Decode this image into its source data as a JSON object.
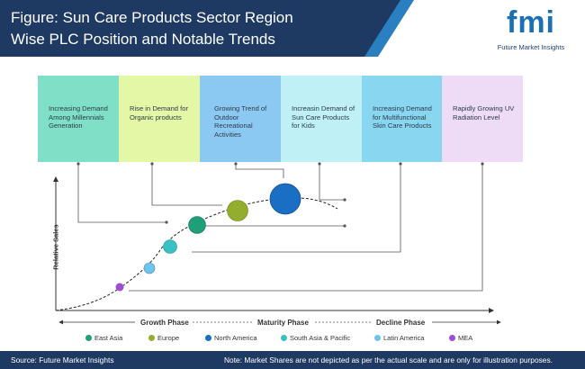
{
  "header": {
    "title_line1": "Figure: Sun Care Products Sector Region",
    "title_line2": "Wise PLC Position and Notable Trends",
    "logo_text": "fmi",
    "logo_subtext": "Future Market Insights",
    "band_color": "#1e3a63",
    "accent_color": "#2a7fc1"
  },
  "trends": [
    {
      "text": "Increasing Demand Among Millennials Generation",
      "color": "#7fe0c7"
    },
    {
      "text": "Rise in Demand for Organic products",
      "color": "#e4f7a6"
    },
    {
      "text": "Growing Trend of Outdoor Recreational Activities",
      "color": "#8cc9f2"
    },
    {
      "text": "Increasin Demand of Sun Care Products for Kids",
      "color": "#bff0f5"
    },
    {
      "text": "Increasing Demand for Multifunctional Skin Care Products",
      "color": "#88d6f0"
    },
    {
      "text": "Rapidly Growing UV Radiation Level",
      "color": "#eedcf7"
    }
  ],
  "axis": {
    "ylabel": "Relative Sales"
  },
  "phases": {
    "growth": "Growth Phase",
    "maturity": "Maturity Phase",
    "decline": "Decline Phase"
  },
  "legend": [
    {
      "label": "East Asia",
      "color": "#1f9e78"
    },
    {
      "label": "Europe",
      "color": "#93ad2e"
    },
    {
      "label": "North America",
      "color": "#1a6fc4"
    },
    {
      "label": "South Asia & Pacific",
      "color": "#38c0c2"
    },
    {
      "label": "Latin America",
      "color": "#6fc4ea"
    },
    {
      "label": "MEA",
      "color": "#9b4dd6"
    }
  ],
  "footer": {
    "source": "Source: Future Market Insights",
    "note": "Note: Market Shares are not depicted as per the actual scale and are only for illustration purposes."
  }
}
